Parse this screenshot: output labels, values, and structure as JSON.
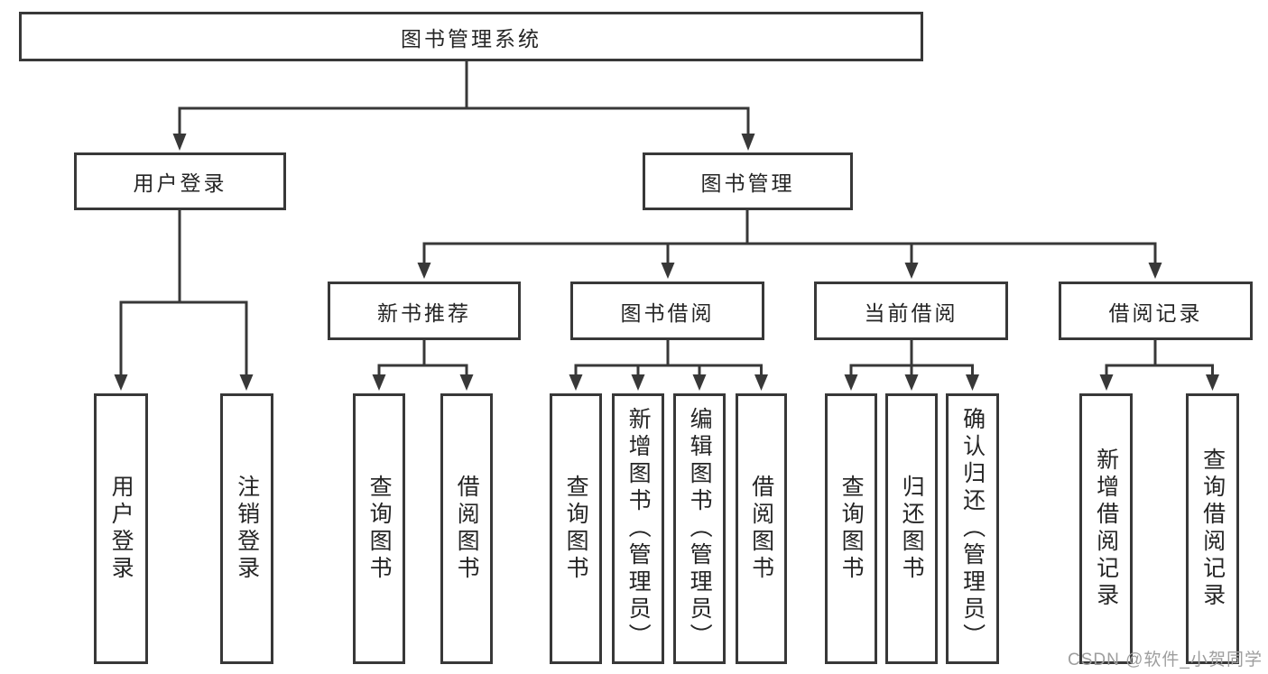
{
  "tree": {
    "label": "图书管理系统",
    "children": [
      {
        "label": "用户登录",
        "children": [
          {
            "label": "用户登录"
          },
          {
            "label": "注销登录"
          }
        ]
      },
      {
        "label": "图书管理",
        "children": [
          {
            "label": "新书推荐",
            "children": [
              {
                "label": "查询图书"
              },
              {
                "label": "借阅图书"
              }
            ]
          },
          {
            "label": "图书借阅",
            "children": [
              {
                "label": "查询图书"
              },
              {
                "label": "新增图书（管理员）"
              },
              {
                "label": "编辑图书（管理员）"
              },
              {
                "label": "借阅图书"
              }
            ]
          },
          {
            "label": "当前借阅",
            "children": [
              {
                "label": "查询图书"
              },
              {
                "label": "归还图书"
              },
              {
                "label": "确认归还（管理员）"
              }
            ]
          },
          {
            "label": "借阅记录",
            "children": [
              {
                "label": "新增借阅记录"
              },
              {
                "label": "查询借阅记录"
              }
            ]
          }
        ]
      }
    ]
  },
  "watermark": {
    "text": "CSDN @软件_小贺同学"
  },
  "colors": {
    "line": "#383838",
    "box_border": "#383838",
    "text": "#252525",
    "watermark_text": "#9e9e9e",
    "background": "#ffffff"
  }
}
